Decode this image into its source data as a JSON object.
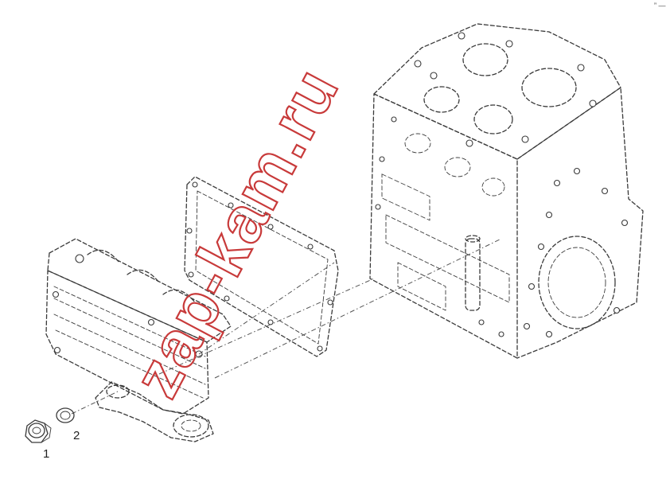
{
  "corner_mark": "” —",
  "callouts": [
    {
      "label": "1"
    },
    {
      "label": "2"
    }
  ],
  "watermark": {
    "text": "zap-kam.ru",
    "color": "#c83a3a"
  },
  "colors": {
    "line": "#3a3a3a",
    "background": "#ffffff"
  }
}
